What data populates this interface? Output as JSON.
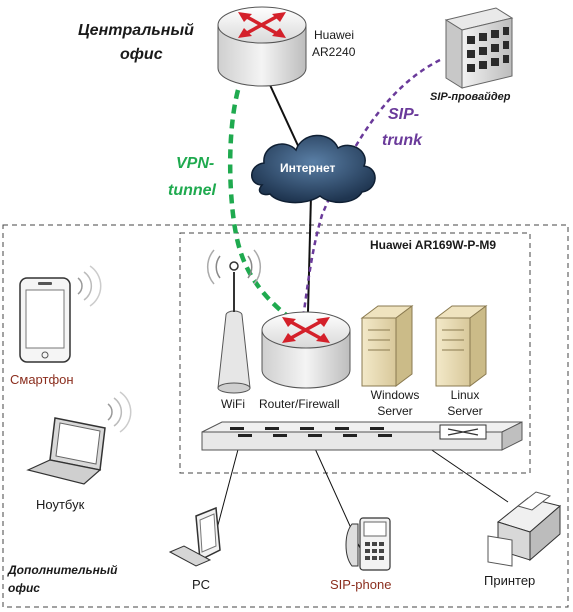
{
  "central_office": {
    "title_line1": "Центральный",
    "title_line2": "офис",
    "router_vendor": "Huawei",
    "router_model": "AR2240"
  },
  "internet_label": "Интернет",
  "sip_provider_label": "SIP-провайдер",
  "vpn": {
    "line1": "VPN-",
    "line2": "tunnel"
  },
  "sip_trunk": {
    "line1": "SIP-",
    "line2": "trunk"
  },
  "branch_device_label": "Huawei AR169W-P-M9",
  "devices": {
    "wifi": "WiFi",
    "router": "Router/Firewall",
    "windows_server": {
      "line1": "Windows",
      "line2": "Server"
    },
    "linux_server": {
      "line1": "Linux",
      "line2": "Server"
    }
  },
  "clients": {
    "smartphone": "Смартфон",
    "laptop": "Ноутбук",
    "pc": "PC",
    "sip_phone": "SIP-phone",
    "printer": "Принтер"
  },
  "branch_office": {
    "line1": "Дополнительный",
    "line2": "офис"
  },
  "colors": {
    "vpn": "#1faa4f",
    "sip_trunk": "#6a3a9a",
    "client_label": "#8b2e1e",
    "cloud": "#2e4a6b"
  }
}
